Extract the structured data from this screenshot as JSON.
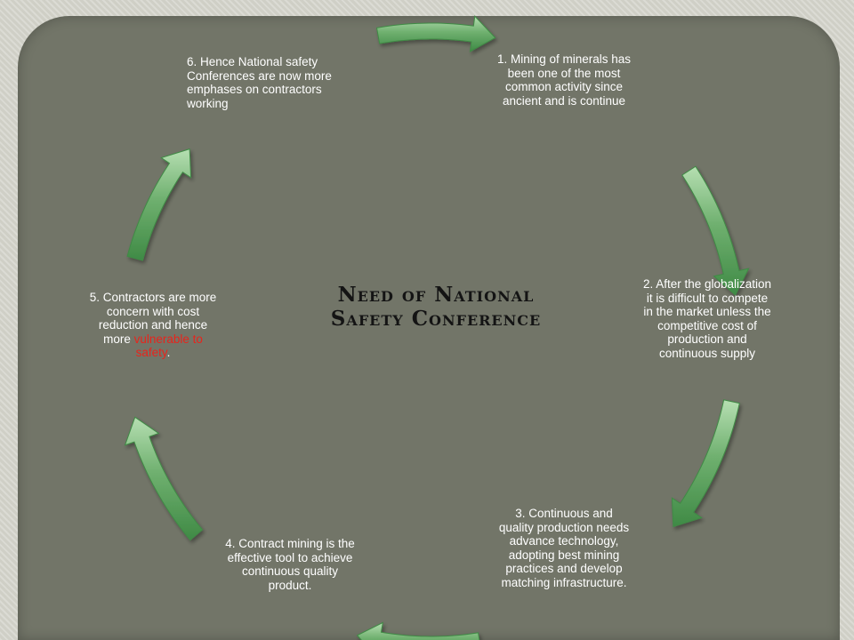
{
  "title": "Need of National Safety Conference",
  "steps": [
    {
      "id": "1",
      "text": "1. Mining of minerals has been one of the most common activity since ancient and is continue"
    },
    {
      "id": "2",
      "text": "2. After the globalization it is difficult to compete in the market unless the competitive cost of production and continuous supply"
    },
    {
      "id": "3",
      "text": "3. Continuous and quality production needs advance technology, adopting best mining practices and develop matching infrastructure."
    },
    {
      "id": "4",
      "text": "4. Contract mining is the effective tool to achieve continuous quality product."
    },
    {
      "id": "5",
      "text_before": "5. Contractors are more concern with cost reduction and hence more ",
      "highlight": "vulnerable to safety",
      "text_after": "."
    },
    {
      "id": "6",
      "text": "6. Hence National safety Conferences are now more emphases on contractors working"
    }
  ],
  "colors": {
    "slide_background": "#727568",
    "arrow_fill": "#6fb06f",
    "arrow_dark": "#3f8a45",
    "text": "#ffffff",
    "highlight": "#e8241c",
    "title": "#141414"
  }
}
